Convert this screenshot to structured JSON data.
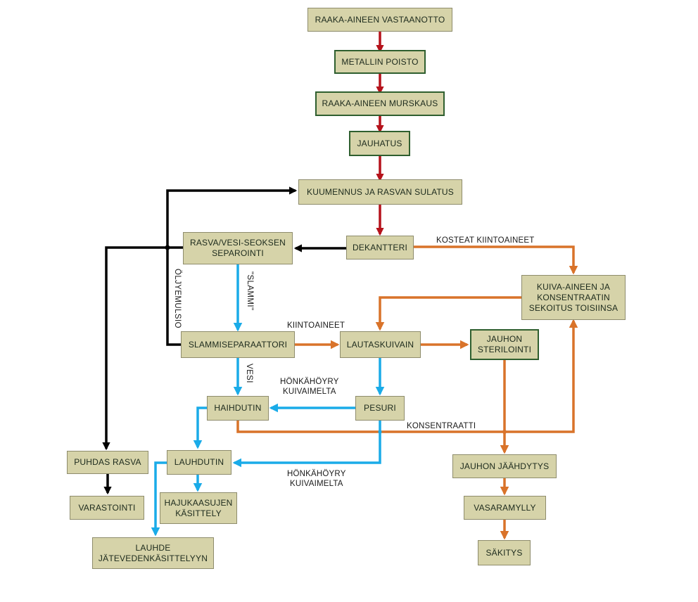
{
  "colors": {
    "box_fill": "#d6d3a9",
    "box_border": "#2f5f2f",
    "arrow_red": "#b5121b",
    "arrow_black": "#000000",
    "arrow_blue": "#1aabe8",
    "arrow_orange": "#d9732a"
  },
  "boxes": {
    "raw_material_receiving": "RAAKA-AINEEN VASTAANOTTO",
    "metal_removal": "METALLIN POISTO",
    "raw_material_crushing": "RAAKA-AINEEN MURSKAUS",
    "grinding": "JAUHATUS",
    "heating_fat_melting": "KUUMENNUS JA RASVAN SULATUS",
    "fat_water_separation": "RASVA/VESI-SEOKSEN\nSEPAROINTI",
    "decanter": "DEKANTTERI",
    "dry_matter_concentrate_mixing": "KUIVA-AINEEN JA\nKONSENTRAATIN\nSEKOITUS TOISIINSA",
    "sludge_separator": "SLAMMISEPARAATTORI",
    "disc_dryer": "LAUTASKUIVAIN",
    "meal_sterilization": "JAUHON\nSTERILOINTI",
    "evaporator": "HAIHDUTIN",
    "scrubber": "PESURI",
    "pure_fat": "PUHDAS RASVA",
    "condenser": "LAUHDUTIN",
    "meal_cooling": "JAUHON JÄÄHDYTYS",
    "storage": "VARASTOINTI",
    "odor_gas_treatment": "HAJUKAASUJEN\nKÄSITTELY",
    "hammer_mill": "VASARAMYLLY",
    "condensate_wastewater": "LAUHDE\nJÄTEVEDENKÄSITTELYYN",
    "bagging": "SÄKITYS"
  },
  "labels": {
    "moist_solids": "KOSTEAT KIINTOAINEET",
    "sludge": "\"SLAMMI\"",
    "oil_emulsion": "ÖLJYEMULSIO",
    "solids": "KIINTOAINEET",
    "water": "VESI",
    "vapor_from_dryer_1": "HÖNKÄHÖYRY\nKUIVAIMELTA",
    "concentrate": "KONSENTRAATTI",
    "vapor_from_dryer_2": "HÖNKÄHÖYRY\nKUIVAIMELTA"
  }
}
